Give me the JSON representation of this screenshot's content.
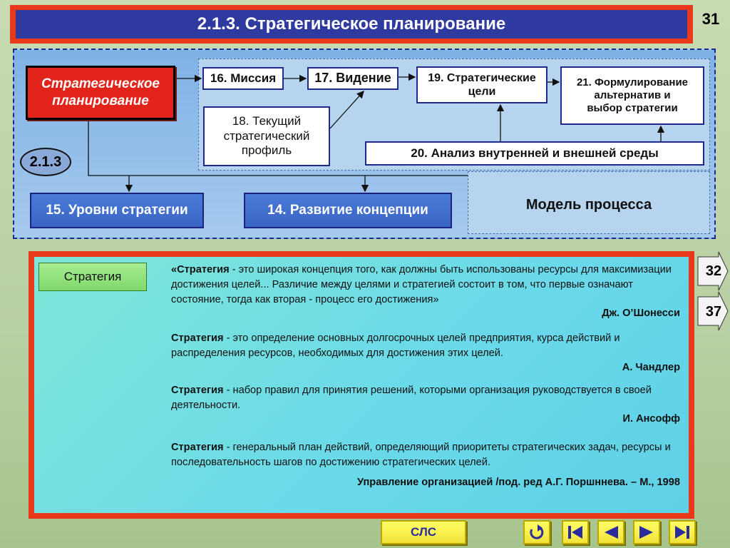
{
  "title": "2.1.3. Стратегическое планирование",
  "slide_number": "31",
  "diagram": {
    "main_box": [
      "Стратегическое",
      "планирование"
    ],
    "badge": "2.1.3",
    "box16": "16. Миссия",
    "box17": "17. Видение",
    "box19": [
      "19. Стратегические",
      "цели"
    ],
    "box21": [
      "21. Формулирование",
      "альтернатив и",
      "выбор стратегии"
    ],
    "box18": [
      "18. Текущий",
      "стратегический",
      "профиль"
    ],
    "box20": "20. Анализ внутренней и внешней среды",
    "box15": "15. Уровни стратегии",
    "box14": "14.  Развитие концепции",
    "model_label": "Модель процесса"
  },
  "definitions": {
    "tag": "Стратегия",
    "items": [
      {
        "term": "«Стратегия",
        "text": " - это широкая концепция того, как должны быть использованы ресурсы для максимизации достижения целей... Различие между целями и стратегией состоит в том, что первые означают состояние, тогда как вторая - процесс его достижения»",
        "author": "Дж. О’Шонесси"
      },
      {
        "term": "Стратегия",
        "text": " - это определение основных долгосрочных целей предприятия, курса действий и распределения ресурсов, необходимых для достижения этих целей.",
        "author": "А. Чандлер"
      },
      {
        "term": "Стратегия",
        "text": " - набор правил для принятия решений, которыми организация руководствуется в своей деятельности.",
        "author": "И. Ансофф"
      },
      {
        "term": "Стратегия",
        "text": " - генеральный план действий, определяющий приоритеты стратегических задач, ресурсы и последовательность шагов по достижению стратегических целей.",
        "author": "Управление организацией /под. ред А.Г. Поршннева. – М., 1998"
      }
    ]
  },
  "side_nav": [
    "32",
    "37"
  ],
  "bottom_nav": {
    "cls_label": "СЛС",
    "icons": [
      "return-icon",
      "first-slide-icon",
      "previous-slide-icon",
      "next-slide-icon",
      "last-slide-icon"
    ]
  },
  "colors": {
    "title_bar": "#2e3aa0",
    "frame_red": "#e8391a",
    "box_blue": "#3a64c4",
    "main_red": "#e2231a",
    "def_panel": "#69d9ea",
    "nav_yellow": "#f2e23a"
  }
}
